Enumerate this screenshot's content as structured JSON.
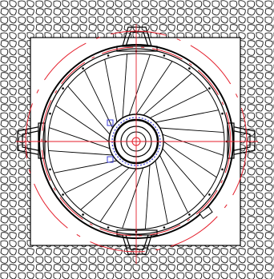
{
  "drawing": {
    "colors": {
      "background": "#ffffff",
      "line": "#000000",
      "centerline": "#e41e2b",
      "hub_detail": "#3b3fd9"
    },
    "icons": {
      "rim": "rim-circle",
      "spokes": "wheel-spokes",
      "hub": "hub-assembly",
      "brackets": "mounting-bracket",
      "stone": "rubble-stone-pattern"
    }
  }
}
